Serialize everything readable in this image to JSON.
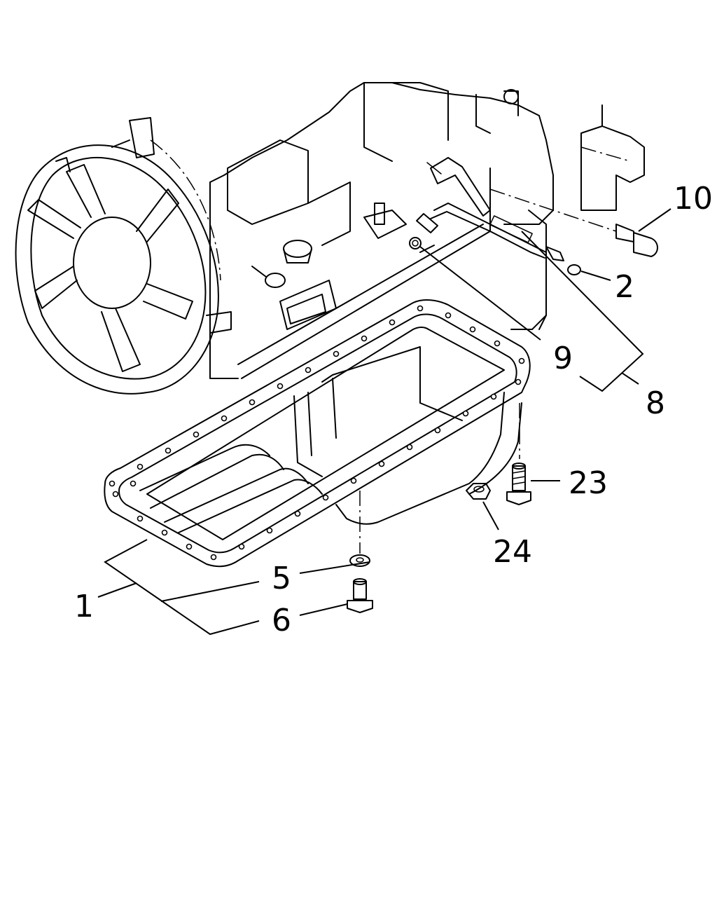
{
  "callouts": {
    "c1": "1",
    "c2": "2",
    "c5": "5",
    "c6": "6",
    "c8": "8",
    "c9": "9",
    "c10": "10",
    "c23": "23",
    "c24": "24"
  }
}
